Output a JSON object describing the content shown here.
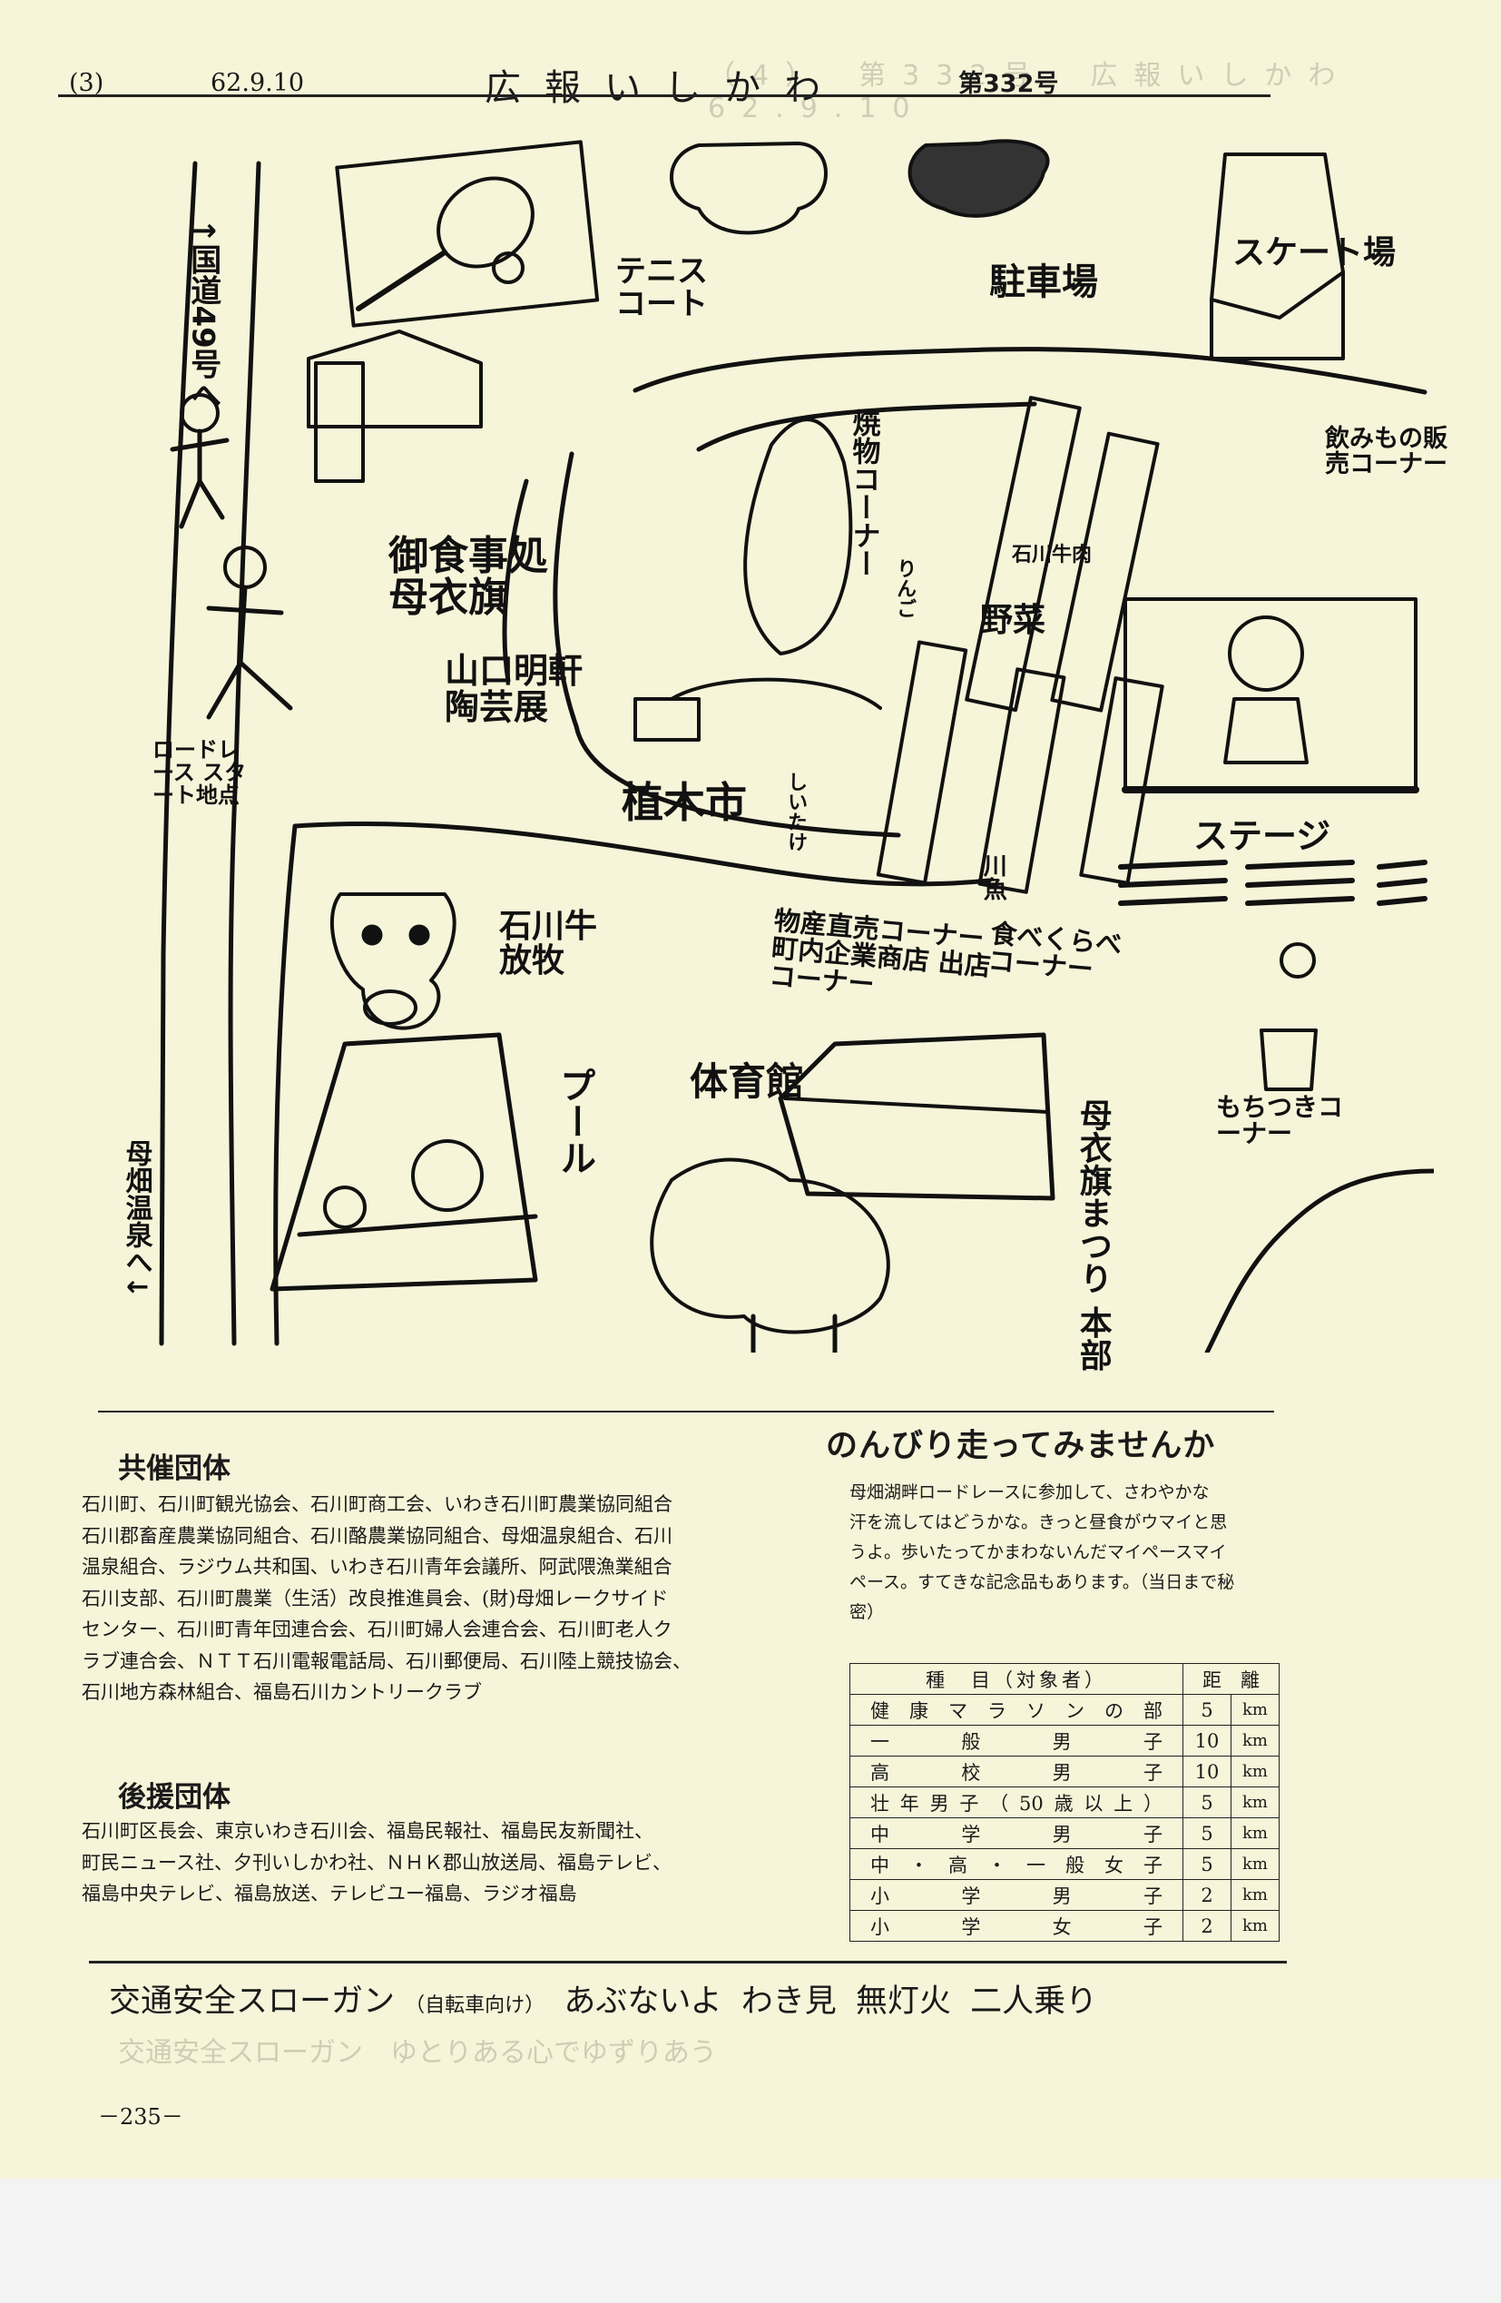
{
  "header": {
    "page_number": "(3)",
    "date": "62.9.10",
    "title": "広報いしかわ",
    "issue": "第332号"
  },
  "map": {
    "route49": "↑国道49号へ",
    "tennis": "テニスコート",
    "parking": "駐車場",
    "skate": "スケート場",
    "yakimono": "焼物コーナー",
    "ringo": "りんご",
    "ishikawa_beef_small": "石川牛肉",
    "drinks": "飲みもの販売コーナー",
    "restaurant": "御食事処 母衣旗",
    "pottery": "山口明軒 陶芸展",
    "vegetables": "野菜",
    "plants": "植木市",
    "road_race_start": "ロードレース スタート地点",
    "stage": "ステージ",
    "cattle": "石川牛 放牧",
    "shiitake": "しいたけ",
    "river_fish": "川魚",
    "direct_sales": "物産直売コーナー 町内企業商店 出店コーナー",
    "tasting": "食べくらべコーナー",
    "mochi": "もちつきコーナー",
    "gym": "体育館",
    "pool": "プール",
    "hq": "母衣旗まつり 本部",
    "onsen": "母畑温泉へ↓"
  },
  "organizers": {
    "title": "共催団体",
    "lines": [
      "石川町、石川町観光協会、石川町商工会、いわき石川町農業協同組合",
      "石川郡畜産農業協同組合、石川酪農業協同組合、母畑温泉組合、石川",
      "温泉組合、ラジウム共和国、いわき石川青年会議所、阿武隈漁業組合",
      "石川支部、石川町農業（生活）改良推進員会、(財)母畑レークサイド",
      "センター、石川町青年団連合会、石川町婦人会連合会、石川町老人ク",
      "ラブ連合会、ＮＴＴ石川電報電話局、石川郵便局、石川陸上競技協会、",
      "石川地方森林組合、福島石川カントリークラブ"
    ]
  },
  "supporters": {
    "title": "後援団体",
    "lines": [
      "石川町区長会、東京いわき石川会、福島民報社、福島民友新聞社、",
      "町民ニュース社、夕刊いしかわ社、ＮＨＫ郡山放送局、福島テレビ、",
      "福島中央テレビ、福島放送、テレビユー福島、ラジオ福島"
    ]
  },
  "race": {
    "title": "のんびり走ってみませんか",
    "lines": [
      "母畑湖畔ロードレースに参加して、さわやかな",
      "汗を流してはどうかな。きっと昼食がウマイと思",
      "うよ。歩いたってかまわないんだマイペースマイ",
      "ペース。すてきな記念品もあります。（当日まで秘",
      "密）"
    ],
    "table_head": [
      "種　目（対象者）",
      "距　離"
    ],
    "rows": [
      {
        "name": "健康マラソンの部",
        "dist": "5",
        "unit": "km"
      },
      {
        "name": "一般男子",
        "dist": "10",
        "unit": "km"
      },
      {
        "name": "高校男子",
        "dist": "10",
        "unit": "km"
      },
      {
        "name": "壮年男子（50歳以上）",
        "dist": "5",
        "unit": "km"
      },
      {
        "name": "中学男子",
        "dist": "5",
        "unit": "km"
      },
      {
        "name": "中・高・一般女子",
        "dist": "5",
        "unit": "km"
      },
      {
        "name": "小学男子",
        "dist": "2",
        "unit": "km"
      },
      {
        "name": "小学女子",
        "dist": "2",
        "unit": "km"
      }
    ]
  },
  "slogan": {
    "label": "交通安全スローガン",
    "target": "（自転車向け）",
    "phrases": [
      "あぶないよ",
      "わき見",
      "無灯火",
      "二人乗り"
    ]
  },
  "footer": {
    "page": "－235－"
  }
}
